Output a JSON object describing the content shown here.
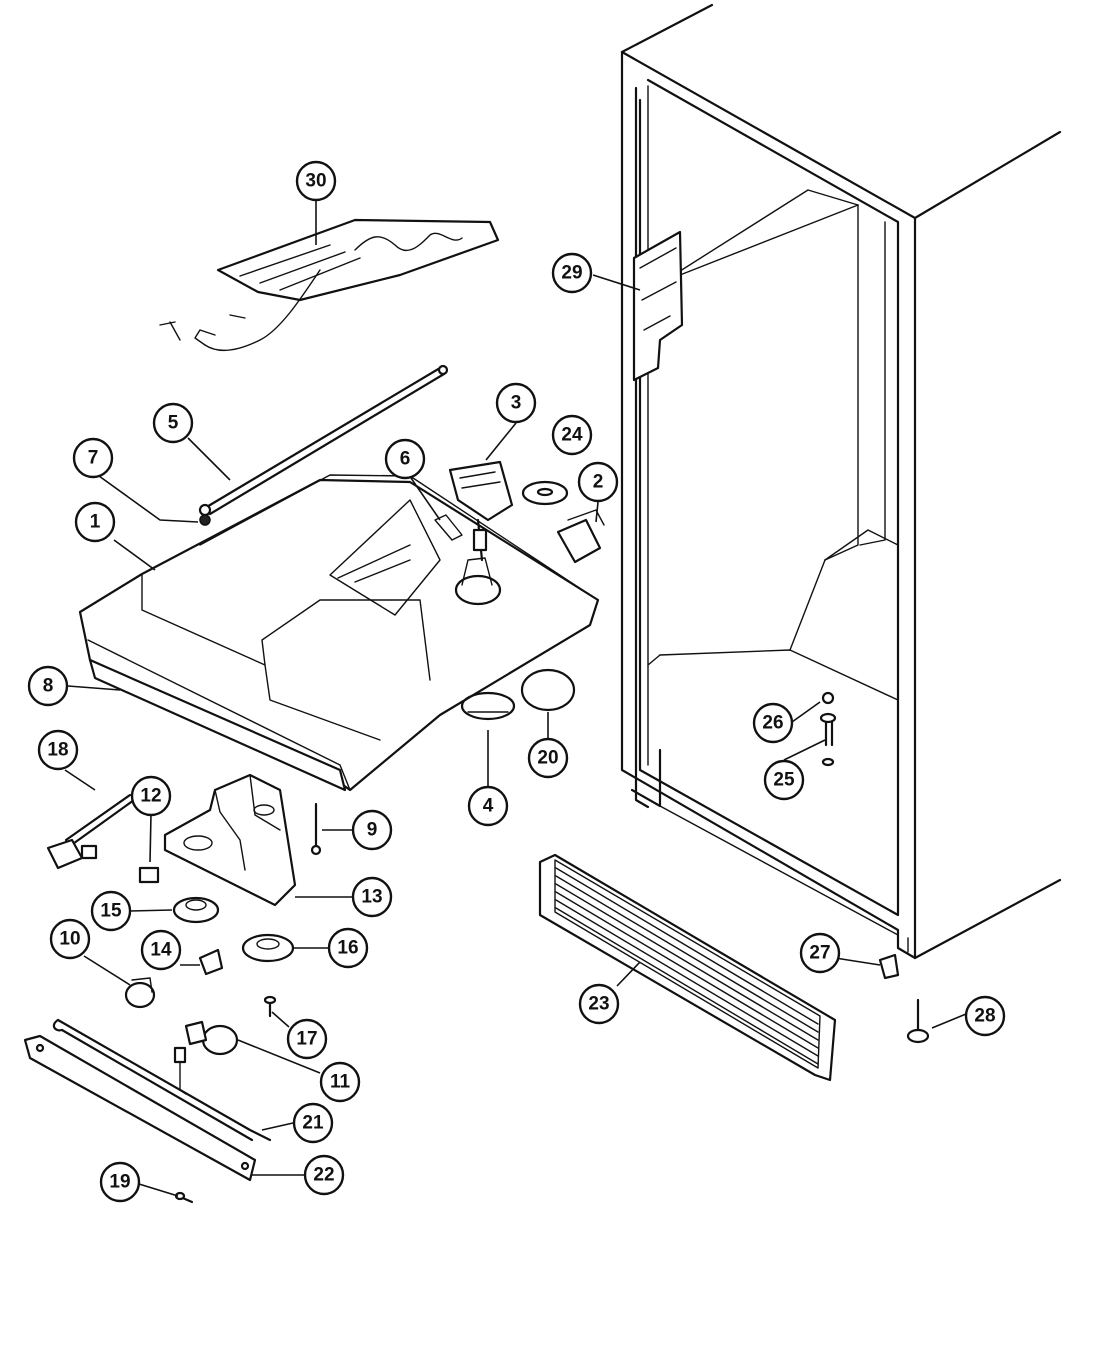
{
  "callouts": [
    {
      "id": "p30",
      "label": "30"
    },
    {
      "id": "p29",
      "label": "29"
    },
    {
      "id": "p5",
      "label": "5"
    },
    {
      "id": "p3",
      "label": "3"
    },
    {
      "id": "p24",
      "label": "24"
    },
    {
      "id": "p7",
      "label": "7"
    },
    {
      "id": "p6",
      "label": "6"
    },
    {
      "id": "p2",
      "label": "2"
    },
    {
      "id": "p1",
      "label": "1"
    },
    {
      "id": "p8",
      "label": "8"
    },
    {
      "id": "p18",
      "label": "18"
    },
    {
      "id": "p20",
      "label": "20"
    },
    {
      "id": "p26",
      "label": "26"
    },
    {
      "id": "p25",
      "label": "25"
    },
    {
      "id": "p4",
      "label": "4"
    },
    {
      "id": "p12",
      "label": "12"
    },
    {
      "id": "p9",
      "label": "9"
    },
    {
      "id": "p13",
      "label": "13"
    },
    {
      "id": "p15",
      "label": "15"
    },
    {
      "id": "p10",
      "label": "10"
    },
    {
      "id": "p14",
      "label": "14"
    },
    {
      "id": "p16",
      "label": "16"
    },
    {
      "id": "p27",
      "label": "27"
    },
    {
      "id": "p23",
      "label": "23"
    },
    {
      "id": "p28",
      "label": "28"
    },
    {
      "id": "p17",
      "label": "17"
    },
    {
      "id": "p11",
      "label": "11"
    },
    {
      "id": "p21",
      "label": "21"
    },
    {
      "id": "p19",
      "label": "19"
    },
    {
      "id": "p22",
      "label": "22"
    }
  ],
  "colors": {
    "ink": "#111111",
    "background": "#ffffff"
  }
}
